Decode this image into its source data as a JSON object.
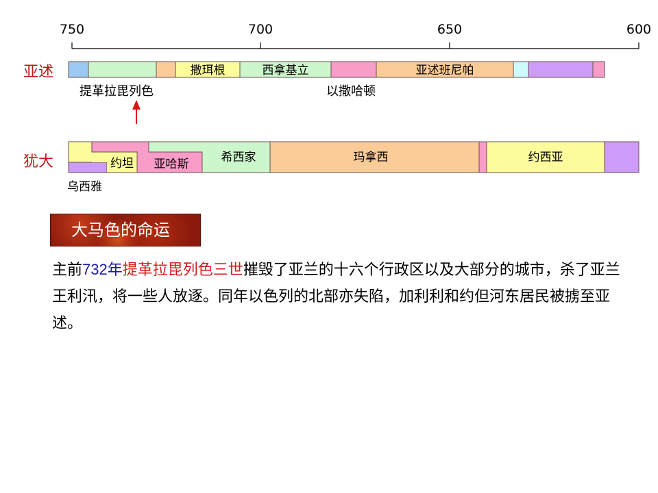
{
  "axis": {
    "ticks": [
      "750",
      "700",
      "650",
      "600"
    ]
  },
  "rows": {
    "assyria": "亚述",
    "judah": "犹大"
  },
  "assyria_segments": [
    {
      "label": "",
      "color": "#9cc8f4"
    },
    {
      "label": "",
      "color": "#ccf7cc"
    },
    {
      "label": "",
      "color": "#fccc98"
    },
    {
      "label": "撒珥根",
      "color": "#fcfc9c"
    },
    {
      "label": "西拿基立",
      "color": "#ccf7cc"
    },
    {
      "label": "",
      "color": "#f89cc8"
    },
    {
      "label": "亚述班尼帕",
      "color": "#fccc98"
    },
    {
      "label": "",
      "color": "#ccfcfc"
    },
    {
      "label": "",
      "color": "#cc9cf8"
    },
    {
      "label": "",
      "color": "#f89cc8"
    }
  ],
  "assyria_notes": [
    "提革拉毘列色",
    "以撒哈顿"
  ],
  "judah_segments": [
    {
      "label": "",
      "color": "#fcfc9c"
    },
    {
      "label": "",
      "color": "#cc9cf8"
    },
    {
      "label": "约坦",
      "color": "#fcfc9c"
    },
    {
      "label": "亚哈斯",
      "color": "#f89cc8"
    },
    {
      "label": "希西家",
      "color": "#ccf7cc"
    },
    {
      "label": "玛拿西",
      "color": "#fccc98"
    },
    {
      "label": "",
      "color": "#f89cc8"
    },
    {
      "label": "约西亚",
      "color": "#fcfc9c"
    },
    {
      "label": "",
      "color": "#cc9cf8"
    }
  ],
  "judah_notes": [
    "乌西雅"
  ],
  "arrow_color": "#e01010",
  "heading": "大马色的命运",
  "body": {
    "p1": "主前",
    "year": "732年",
    "king": "提革拉毘列色三世",
    "p2": "摧毁了亚兰的十六个行政区以及大部分的城市，杀了亚兰王利汛，将一些人放逐。同年以色列的北部亦失陷，加利利和约但河东居民被掳至亚述。"
  }
}
